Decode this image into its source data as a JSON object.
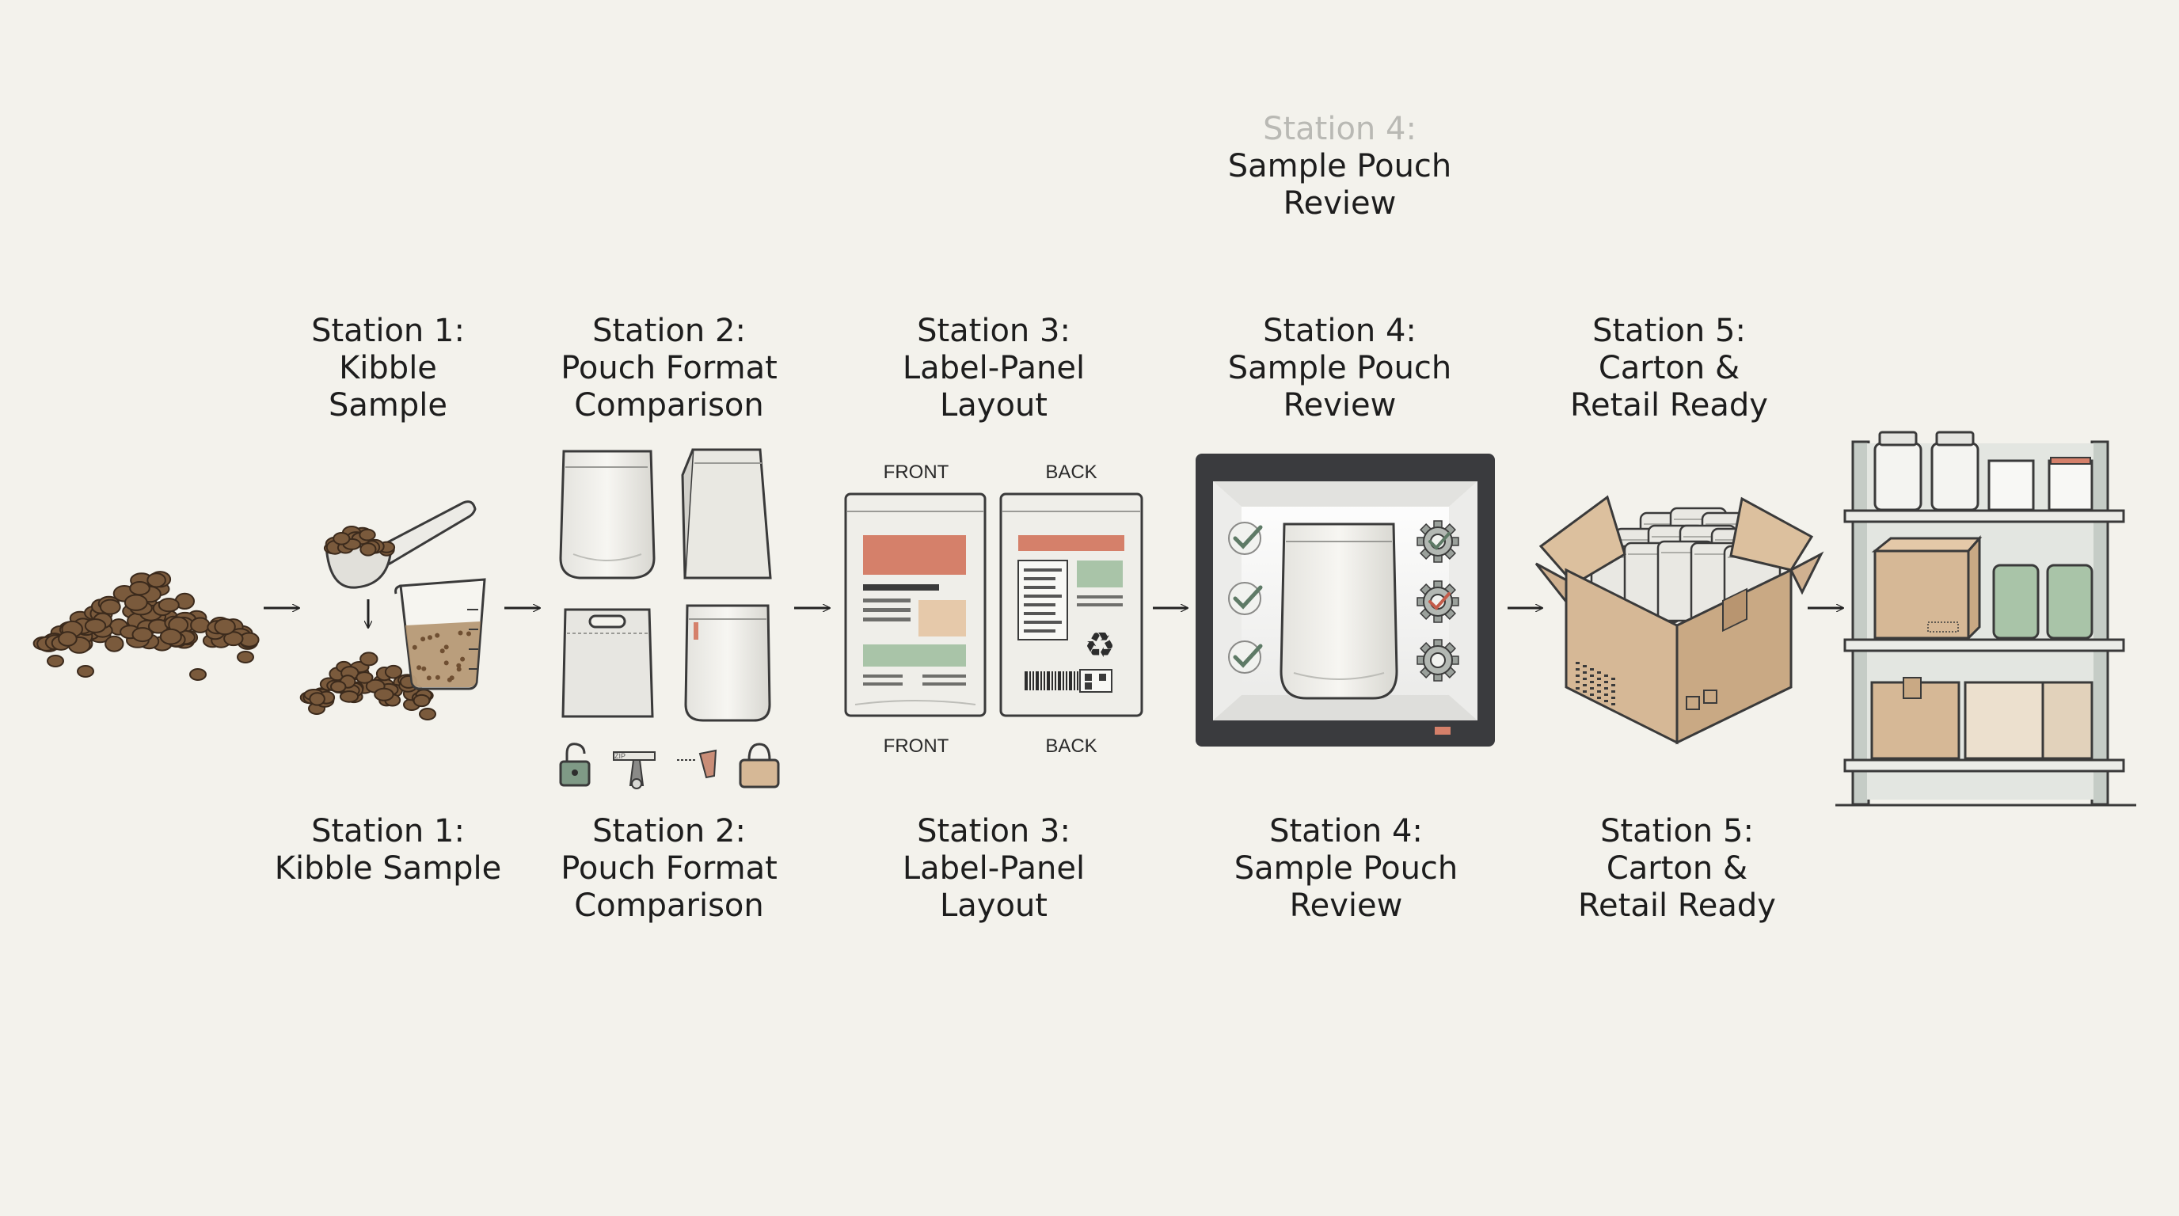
{
  "diagram": {
    "ghost_heading": {
      "line1": "Station 4:",
      "line2": "Sample Pouch",
      "line3": "Review"
    },
    "top_labels": [
      {
        "line1": "Station 1:",
        "line2": "Kibble",
        "line3": "Sample"
      },
      {
        "line1": "Station 2:",
        "line2": "Pouch Format",
        "line3": "Comparison"
      },
      {
        "line1": "Station 3:",
        "line2": "Label-Panel",
        "line3": "Layout"
      },
      {
        "line1": "Station 4:",
        "line2": "Sample Pouch",
        "line3": "Review"
      },
      {
        "line1": "Station 5:",
        "line2": "Carton &",
        "line3": "Retail Ready"
      }
    ],
    "bottom_labels": [
      {
        "line1": "Station 1:",
        "line2": "Kibble Sample",
        "line3": ""
      },
      {
        "line1": "Station 2:",
        "line2": "Pouch Format",
        "line3": "Comparison"
      },
      {
        "line1": "Station 3:",
        "line2": "Label-Panel",
        "line3": "Layout"
      },
      {
        "line1": "Station 4:",
        "line2": "Sample Pouch",
        "line3": "Review"
      },
      {
        "line1": "Station 5:",
        "line2": "Carton &",
        "line3": "Retail Ready"
      }
    ],
    "panel_captions": {
      "front_top": "FRONT",
      "back_top": "BACK",
      "front_bottom": "FRONT",
      "back_bottom": "BACK"
    },
    "colors": {
      "background": "#f3f2ec",
      "kibble": "#7a5a3c",
      "pouch": "#e9e8e3",
      "label_red": "#d5806a",
      "label_tan": "#e6c9aa",
      "label_green": "#a9c4a8",
      "box": "#d6b896",
      "frame": "#3a3b3e"
    }
  }
}
